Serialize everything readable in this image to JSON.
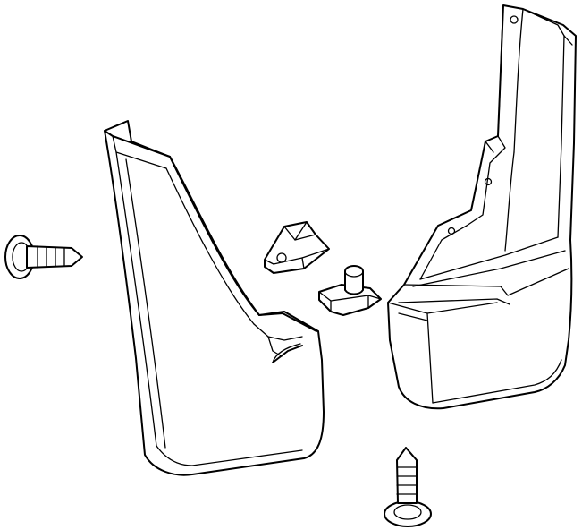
{
  "diagram": {
    "background_color": "#ffffff",
    "line_color": "#000000",
    "parts": [
      {
        "id": "left-mud-flap",
        "icon": "mud-flap"
      },
      {
        "id": "right-mud-flap",
        "icon": "mud-flap"
      },
      {
        "id": "flap-bracket",
        "icon": "bracket"
      },
      {
        "id": "push-retainer",
        "icon": "retainer-clip"
      },
      {
        "id": "horizontal-screw",
        "icon": "screw"
      },
      {
        "id": "vertical-screw",
        "icon": "screw"
      }
    ]
  }
}
